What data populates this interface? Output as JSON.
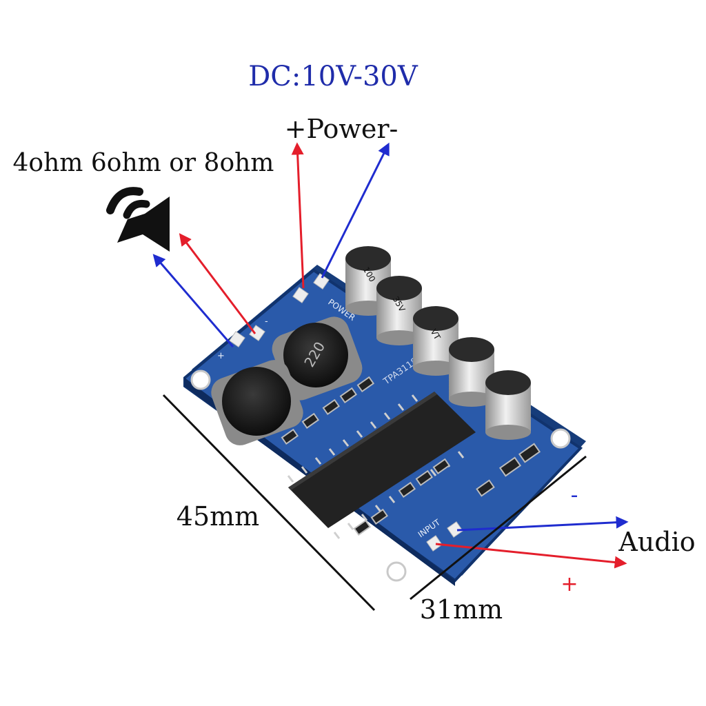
{
  "labels": {
    "dc_range": "DC:10V-30V",
    "power": "+Power-",
    "speaker": "4ohm 6ohm or 8ohm",
    "length": "45mm",
    "width": "31mm",
    "audio": "Audio",
    "audio_minus": "-",
    "audio_plus": "+"
  },
  "board_marks": {
    "power_silk": "POWER",
    "input_silk": "INPUT",
    "chip_silk": "TPA3118",
    "inductor_code": "220",
    "cap_values": [
      "100",
      "35V",
      "VT"
    ],
    "plus": "+",
    "minus": "-"
  },
  "colors": {
    "positive_arrow": "#e41e2b",
    "negative_arrow": "#1f2ccf",
    "dc_text": "#1f2caa",
    "pcb": "#1f4b96"
  },
  "icons": {
    "speaker": "speaker-icon"
  }
}
